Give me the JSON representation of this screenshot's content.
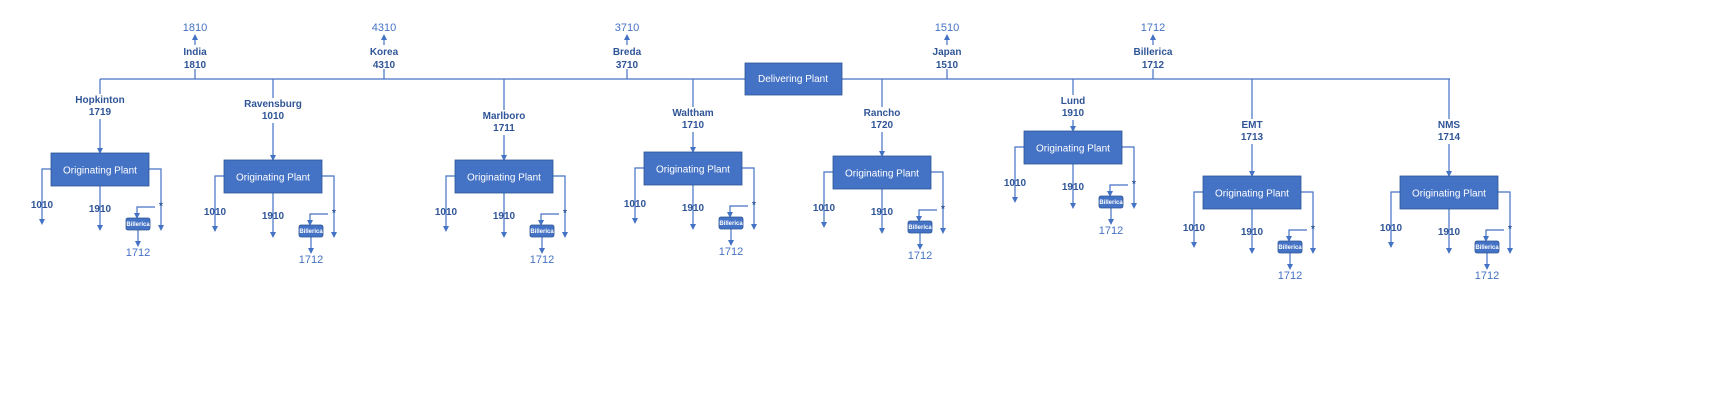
{
  "delivering_plant": "Delivering Plant",
  "top_plants": [
    {
      "name": "India",
      "code": "1810",
      "value": "1810"
    },
    {
      "name": "Korea",
      "code": "4310",
      "value": "4310"
    },
    {
      "name": "Breda",
      "code": "3710",
      "value": "3710"
    },
    {
      "name": "Japan",
      "code": "1510",
      "value": "1510"
    },
    {
      "name": "Billerica",
      "code": "1712",
      "value": "1712"
    }
  ],
  "originating_plants": [
    {
      "name": "Hopkinton",
      "code": "1719"
    },
    {
      "name": "Ravensburg",
      "code": "1010"
    },
    {
      "name": "Marlboro",
      "code": "1711"
    },
    {
      "name": "Waltham",
      "code": "1710"
    },
    {
      "name": "Rancho",
      "code": "1720"
    },
    {
      "name": "Lund",
      "code": "1910"
    },
    {
      "name": "EMT",
      "code": "1713"
    },
    {
      "name": "NMS",
      "code": "1714"
    }
  ],
  "originating_label": "Originating Plant",
  "sub_left": "1010",
  "sub_mid": "1910",
  "sub_star": "*",
  "small_box_label": "Billerica",
  "small_box_value": "1712"
}
